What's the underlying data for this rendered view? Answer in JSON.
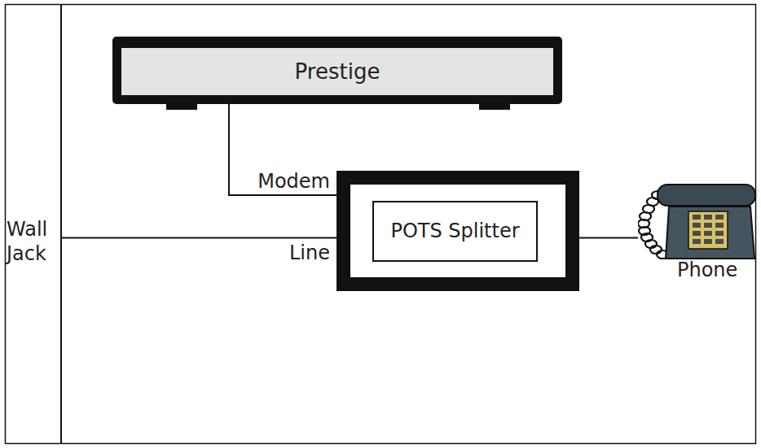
{
  "diagram": {
    "nodes": [
      {
        "text": [
          "Prestige"
        ]
      },
      {
        "text": [
          "Wall Jack"
        ]
      },
      {
        "text": [
          "POTS Splitter"
        ]
      },
      {
        "text": [
          "Phone"
        ]
      }
    ],
    "edges": [
      {
        "from": 1,
        "to": 2,
        "label": "Line",
        "arrow": "none"
      },
      {
        "from": 0,
        "to": 2,
        "label": "Modem",
        "arrow": "none"
      },
      {
        "from": 2,
        "to": 3,
        "arrow": "none"
      }
    ]
  }
}
